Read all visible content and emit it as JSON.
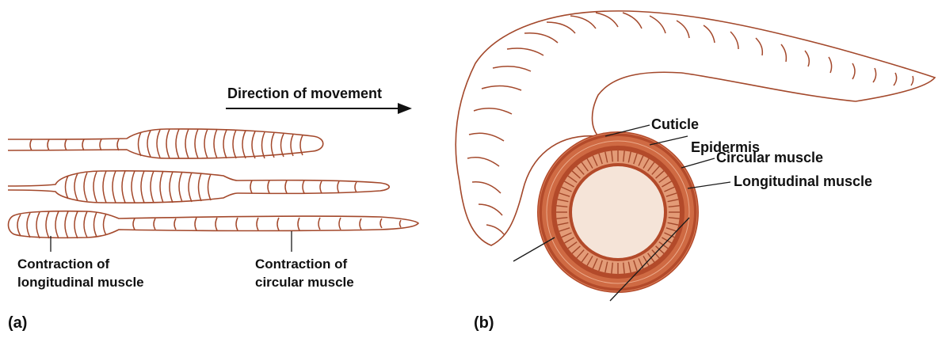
{
  "colors": {
    "outline": "#a3482b",
    "muscle_dark": "#b34a2a",
    "muscle_mid": "#cf6a43",
    "muscle_light": "#e39b77",
    "interior": "#f5e4d8",
    "text": "#111111"
  },
  "panel_a": {
    "tag": "(a)",
    "direction_label": "Direction of movement",
    "label_longitudinal": [
      "Contraction of",
      "longitudinal muscle"
    ],
    "label_circular": [
      "Contraction of",
      "circular muscle"
    ]
  },
  "panel_b": {
    "tag": "(b)",
    "layers": [
      "Cuticle",
      "Epidermis",
      "Circular muscle",
      "Longitudinal muscle"
    ]
  }
}
